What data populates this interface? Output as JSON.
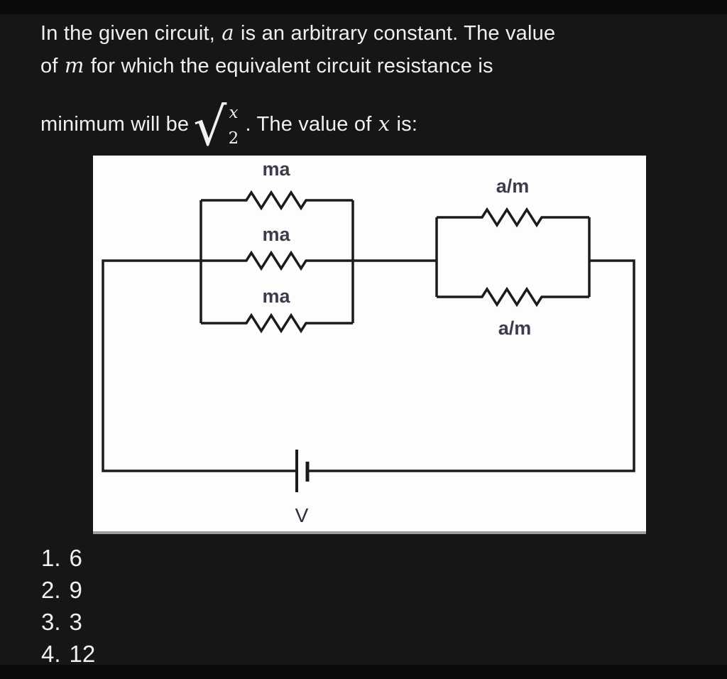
{
  "question": {
    "l1_pre": "In the given circuit, ",
    "l1_var": "a",
    "l1_post": " is an arbitrary constant. The value",
    "l2_pre": "of ",
    "l2_var": "m",
    "l2_post": " for which the equivalent circuit resistance is",
    "l3_pre": "minimum will be",
    "radical": "√",
    "root_num": "x",
    "root_den": "2",
    "l3_mid": ". The value of ",
    "l3_var": "x",
    "l3_post": " is:"
  },
  "circuit": {
    "left_branch_labels": [
      "ma",
      "ma",
      "ma"
    ],
    "right_branch_labels": [
      "a/m",
      "a/m"
    ],
    "battery_label": "V",
    "wire_color": "#1b1b1b",
    "resistor_label_color": "#3c3c4a",
    "panel_background": "#fdfdfd"
  },
  "options": [
    {
      "num": "1.",
      "val": "6"
    },
    {
      "num": "2.",
      "val": "9"
    },
    {
      "num": "3.",
      "val": "3"
    },
    {
      "num": "4.",
      "val": "12"
    }
  ],
  "colors": {
    "page_background": "#161616",
    "text": "#f0f0f0",
    "letterbox": "#0b0b0b",
    "panel_shadow": "#9e9e9e"
  }
}
